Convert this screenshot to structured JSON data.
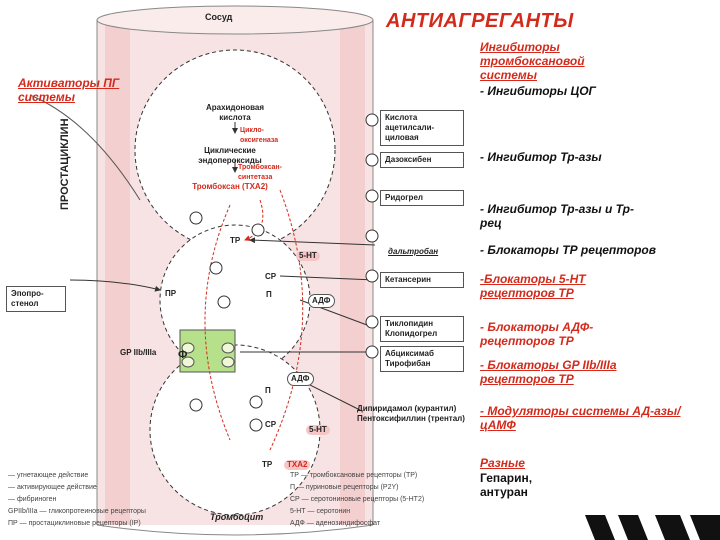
{
  "title": "АНТИАГРЕГАНТЫ",
  "left_label": "Активаторы ПГ системы",
  "vessel": "Сосуд",
  "vertical": "ПРОСТАЦИКЛИН",
  "thrombocyte": "Тромбоцит",
  "inner": {
    "arachidonic": "Арахидоновая кислота",
    "cyclooxygenase": "Цикло-оксигеназа",
    "endoperoxides": "Циклические эндопероксиды",
    "synthase": "Тромбоксан-синтетаза",
    "thromboxane": "Тромбоксан (ТХА2)",
    "tp": "ТР",
    "sr": "СР",
    "p": "П",
    "pr": "ПР",
    "ht5": "5-НТ",
    "adf": "АДФ",
    "gp": "GP IIb/IIIa",
    "f": "Ф",
    "tp2": "ТР",
    "sr2": "СР",
    "p2": "П",
    "txa2": "ТХА2",
    "adf2": "АДФ",
    "ht5b": "5-НТ",
    "epoprostenol": "Эпопро-стенол"
  },
  "drug_boxes": [
    "Кислота ацетилсали-циловая",
    "Дазоксибен",
    "Ридогрел",
    "дальтробан",
    "Кетансерин",
    "Тиклопидин Клопидогрел",
    "Абциксимаб Тирофибан"
  ],
  "dipyridamole": "Дипиридамол (курантил) Пентоксифиллин (трентал)",
  "right": {
    "g1_title": "Ингибиторы тромбоксановой системы",
    "g1_a": "- Ингибиторы ЦОГ",
    "g1_b": "- Ингибитор Тр-азы",
    "g1_c": "- Ингибитор Тр-азы и Тр-рец",
    "g2": "- Блокаторы ТР рецепторов",
    "g3": "-Блокаторы 5-НТ рецепторов ТР",
    "g4": "- Блокаторы АДФ-рецепторов ТР",
    "g5": "- Блокаторы GP IIb/IIIa рецепторов ТР",
    "g6": "- Модуляторы системы АД-азы/цАМФ",
    "g7_title": "Разные",
    "g7_body": "Гепарин, антуран"
  },
  "legend": [
    "— угнетающее действие",
    "— активирующее действие",
    "— фибриноген",
    "GPIIb/IIIa — гликопротеиновые рецепторы",
    "ПР — простациклиновые рецепторы (IP)",
    "ТР — тромбоксановые рецепторы (ТР)",
    "П — пуриновые рецепторы (P2Y)",
    "СР — серотониновые рецепторы (5-НТ2)",
    "5-НТ — серотонин",
    "АДФ — аденозиндифосфат"
  ],
  "colors": {
    "accent_red": "#d42a1c",
    "vessel_fill": "#f6dede",
    "green": "#b7e08a"
  }
}
